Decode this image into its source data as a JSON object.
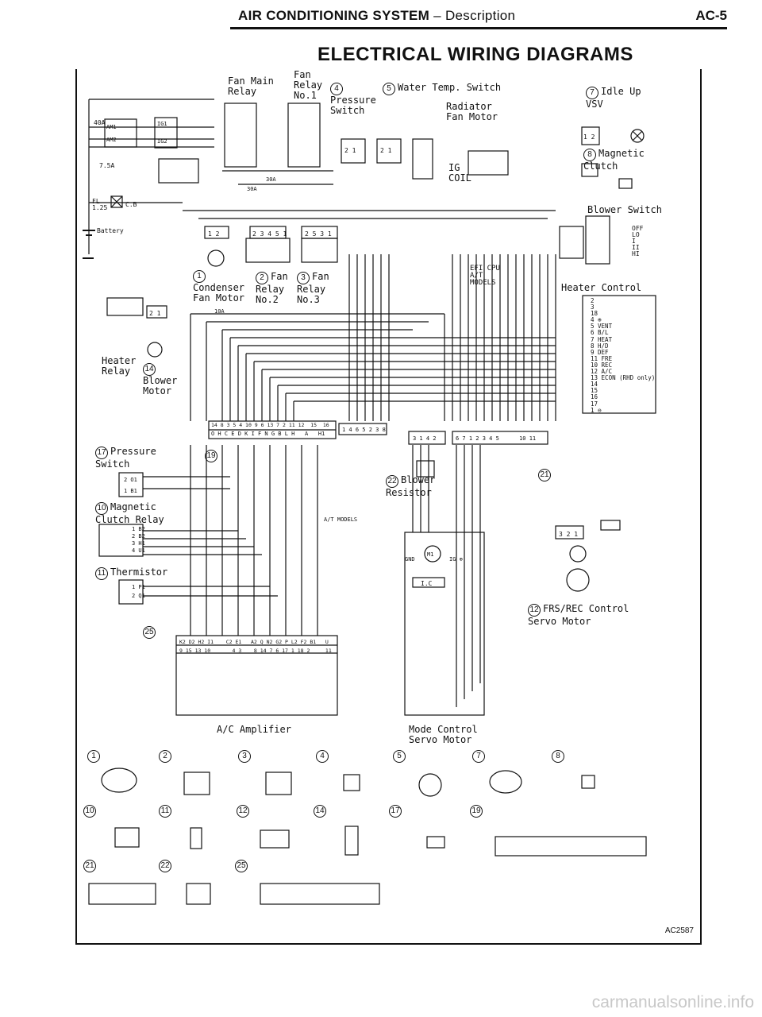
{
  "header": {
    "section": "AIR CONDITIONING SYSTEM",
    "subtitle": " – Description",
    "page": "AC-5"
  },
  "title": "ELECTRICAL WIRING DIAGRAMS",
  "components": {
    "fan_main_relay": "Fan Main\nRelay",
    "fan_relay_1": "Fan\nRelay\nNo.1",
    "pressure_switch_4": "Pressure\nSwitch",
    "water_temp_switch": "Water Temp. Switch",
    "radiator_fan_motor": "Radiator\nFan Motor",
    "idle_up_vsv": "Idle Up\nVSV",
    "magnetic_clutch": "Magnetic\nClutch",
    "ig_coil": "IG\nCOIL",
    "blower_switch": "Blower Switch",
    "heater_control": "Heater Control",
    "efi_cpu": "EFI CPU\nA/T\nMODELS",
    "condenser_fan_motor": "Condenser\nFan Motor",
    "fan_relay_2": "Fan\nRelay\nNo.2",
    "fan_relay_3": "Fan\nRelay\nNo.3",
    "heater_relay": "Heater\nRelay",
    "blower_motor": "Blower\nMotor",
    "pressure_switch_17": "Pressure\nSwitch",
    "blower_resistor": "Blower\nResistor",
    "magnetic_clutch_relay": "Magnetic\nClutch Relay",
    "thermistor": "Thermistor",
    "frs_rec_servo": "FRS/REC Control\nServo Motor",
    "ac_amplifier": "A/C Amplifier",
    "mode_control_servo": "Mode Control\nServo Motor",
    "at_models": "A/T MODELS",
    "battery": "Battery",
    "cb": "C.B",
    "fl": "FL\n1.25",
    "fuse_40a": "40A",
    "fuse_7_5a": "7.5A",
    "fuse_30a_a": "30A",
    "fuse_30a_b": "30A",
    "fuse_10a": "10A",
    "am1": "AM1",
    "am2": "AM2",
    "ig1": "IG1",
    "ig2": "IG2",
    "ic": "I.C"
  },
  "numbers": {
    "n1": "1",
    "n2": "2",
    "n3": "3",
    "n4": "4",
    "n5": "5",
    "n7": "7",
    "n8": "8",
    "n10": "10",
    "n11": "11",
    "n12": "12",
    "n14": "14",
    "n17": "17",
    "n19": "19",
    "n21": "21",
    "n22": "22",
    "n25": "25"
  },
  "heater_control_pins": [
    "2",
    "3",
    "18",
    "4 ⊕",
    "5 VENT",
    "6 B/L",
    "7 HEAT",
    "8 H/D",
    "9 DEF",
    "11 FRE",
    "10 REC",
    "12 A/C",
    "13 ECON (RHD only)",
    "14",
    "15",
    "16",
    "17",
    "1 ⊖"
  ],
  "blower_switch_positions": [
    "OFF",
    "LO",
    "I",
    "II",
    "HI"
  ],
  "amp_connector_top": "14 8 3 5 4 10 9 6 13 7 2 11 12  15  16",
  "amp_connector_letters": "O H C E D K I F N G B L H   A   H1",
  "amp_connector_b": "1 4 6 5 2 3 8",
  "amp_connector_c": "3 1 4 2",
  "amp_connector_d": "6 7 1 2 3 4 5      10 11",
  "amp_bottom_letters": "K2 D2 H2 I1    C2 E1   A2 Q N2 G2 P L2 F2 B1   U",
  "amp_bottom_numbers": "9 15 13 10       4 3    8 14 7 6 17 1 18 2     11",
  "connector_pins": {
    "relay_fan_main": "1 2",
    "relay_fan2": "2 3 4 5 1",
    "relay_fan3": "2 5 3 1",
    "heater_relay": "2 1",
    "water_temp": "2 1",
    "radiator": "2 1",
    "blower_resistor": "3 2 1",
    "frs": "3 2 1",
    "idle_up": "1 2",
    "ps17_a": "2 O1",
    "ps17_b": "1 B1",
    "mcr_1": "1 B2",
    "mcr_2": "2 B2",
    "mcr_3": "3 H1",
    "mcr_4": "4 U1",
    "th_1": "1 P1",
    "th_2": "2 Q1"
  },
  "mode_servo_pins": [
    "GND",
    "IG ⊕",
    "M1"
  ],
  "connector_views": {
    "c1": "1",
    "c2": "2",
    "c3": "3",
    "c4": "4",
    "c5": "5",
    "c7": "7",
    "c8": "8",
    "c10": "10",
    "c11": "11",
    "c12": "12",
    "c14": "14",
    "c17": "17",
    "c19": "19",
    "c21": "21",
    "c22": "22",
    "c25": "25"
  },
  "figure_id": "AC2587",
  "watermark": "carmanualsonline.info"
}
